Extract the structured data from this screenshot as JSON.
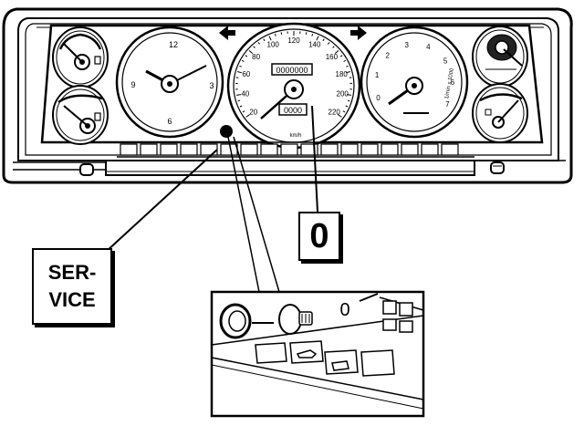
{
  "callouts": {
    "service_line1": "SER-",
    "service_line2": "VICE",
    "trip_reset": "0"
  },
  "speedometer": {
    "scale": [
      "20",
      "40",
      "60",
      "80",
      "100",
      "120",
      "140",
      "160",
      "180",
      "200",
      "220"
    ],
    "unit": "km/h",
    "odometer": "0000000",
    "trip": "0000"
  },
  "tachometer": {
    "scale": [
      "0",
      "1",
      "2",
      "3",
      "4",
      "5",
      "6",
      "7"
    ],
    "label": "1/min x 1000"
  },
  "clock": {
    "numerals": [
      "12",
      "3",
      "6",
      "9"
    ]
  },
  "inset": {
    "trip_glyph": "0"
  }
}
